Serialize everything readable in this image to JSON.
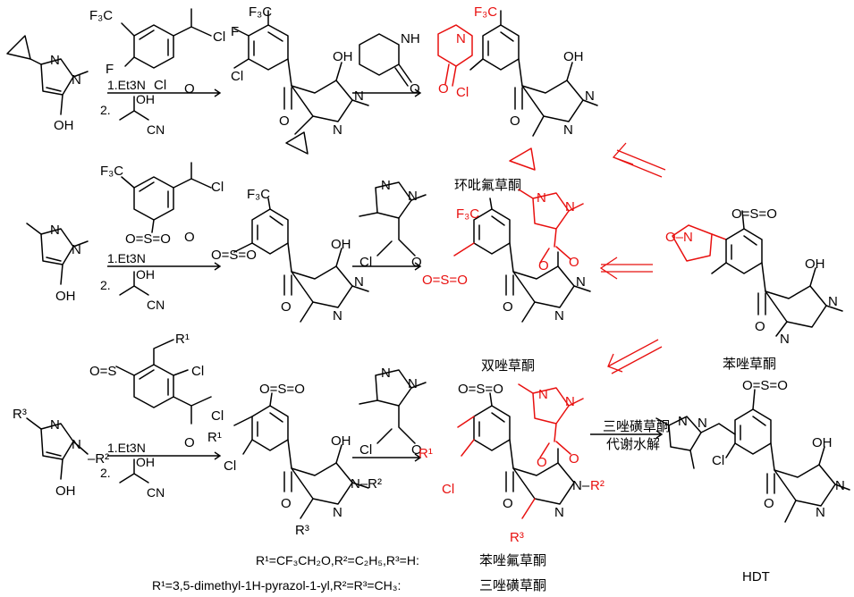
{
  "rows": [
    {
      "reagent_group": "CF3",
      "conditions": [
        "1.Et3N",
        "2. OH / CN"
      ],
      "second_reagent": "2-piperidinone",
      "product_label": "环吡氟草酮"
    },
    {
      "reagent_group": "SO2Me",
      "conditions": [
        "1.Et3N",
        "2. OH / CN"
      ],
      "second_reagent": "pyrazole-4-carbonyl chloride",
      "product_label": "双唑草酮"
    },
    {
      "reagent_group": "R1",
      "conditions": [
        "1.Et3N",
        "2. OH / CN"
      ],
      "second_reagent": "pyrazole-4-carbonyl chloride",
      "product_label": ""
    }
  ],
  "reference_compound_label": "苯唑草酮",
  "metabolism_label_line1": "三唑磺草酮",
  "metabolism_label_line2": "代谢水解",
  "metabolite_label": "HDT",
  "footnotes": [
    {
      "subst": "R¹=CF₃CH₂O,R²=C₂H₅,R³=H:",
      "name": "苯唑氟草酮"
    },
    {
      "subst": "R¹=3,5-dimethyl-1H-pyrazol-1-yl,R²=R³=CH₃:",
      "name": "三唑磺草酮"
    }
  ],
  "colors": {
    "highlight": "#e8100f",
    "ink": "#000000"
  }
}
